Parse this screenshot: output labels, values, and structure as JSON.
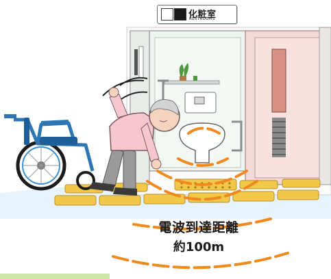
{
  "sign": {
    "restroom_kanji": "化粧室",
    "restroom_english": "RESTROOMS",
    "icons": [
      "toilet-men-women-icon",
      "wheelchair-icon"
    ]
  },
  "caption": {
    "title": "電波到達距離",
    "range": "約100m"
  },
  "colors": {
    "wave_orange": "#f08a1e",
    "tactile_yellow": "#f2c84b",
    "floor_blue": "#dbeefb",
    "shirt_pink": "#f6c7cf",
    "trousers_gray": "#9a9a9a",
    "wheelchair_blue": "#3a8fd0"
  }
}
